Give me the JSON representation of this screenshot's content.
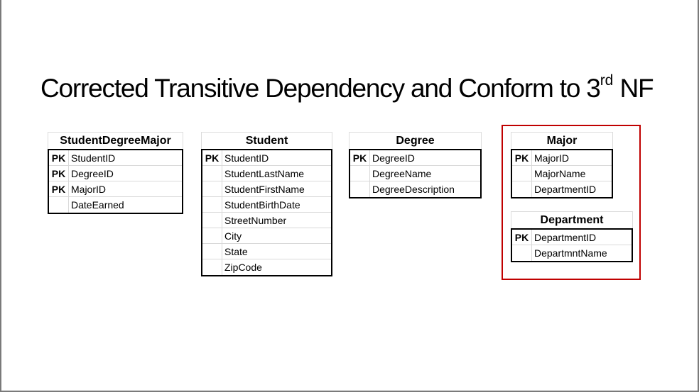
{
  "title": {
    "text": "Corrected Transitive Dependency and Conform to 3",
    "superscript": "rd",
    "suffix": " NF"
  },
  "entities": [
    {
      "name": "StudentDegreeMajor",
      "rows": [
        {
          "key": "PK",
          "attr": "StudentID"
        },
        {
          "key": "PK",
          "attr": "DegreeID"
        },
        {
          "key": "PK",
          "attr": "MajorID"
        },
        {
          "key": "",
          "attr": "DateEarned"
        }
      ]
    },
    {
      "name": "Student",
      "rows": [
        {
          "key": "PK",
          "attr": "StudentID"
        },
        {
          "key": "",
          "attr": "StudentLastName"
        },
        {
          "key": "",
          "attr": "StudentFirstName"
        },
        {
          "key": "",
          "attr": "StudentBirthDate"
        },
        {
          "key": "",
          "attr": "StreetNumber"
        },
        {
          "key": "",
          "attr": "City"
        },
        {
          "key": "",
          "attr": "State"
        },
        {
          "key": "",
          "attr": "ZipCode"
        }
      ]
    },
    {
      "name": "Degree",
      "rows": [
        {
          "key": "PK",
          "attr": "DegreeID"
        },
        {
          "key": "",
          "attr": "DegreeName"
        },
        {
          "key": "",
          "attr": "DegreeDescription"
        }
      ]
    },
    {
      "name": "Major",
      "rows": [
        {
          "key": "PK",
          "attr": "MajorID"
        },
        {
          "key": "",
          "attr": "MajorName"
        },
        {
          "key": "",
          "attr": "DepartmentID"
        }
      ]
    },
    {
      "name": "Department",
      "rows": [
        {
          "key": "PK",
          "attr": "DepartmentID"
        },
        {
          "key": "",
          "attr": "DepartmntName"
        }
      ]
    }
  ],
  "colors": {
    "highlight": "#c00000"
  }
}
